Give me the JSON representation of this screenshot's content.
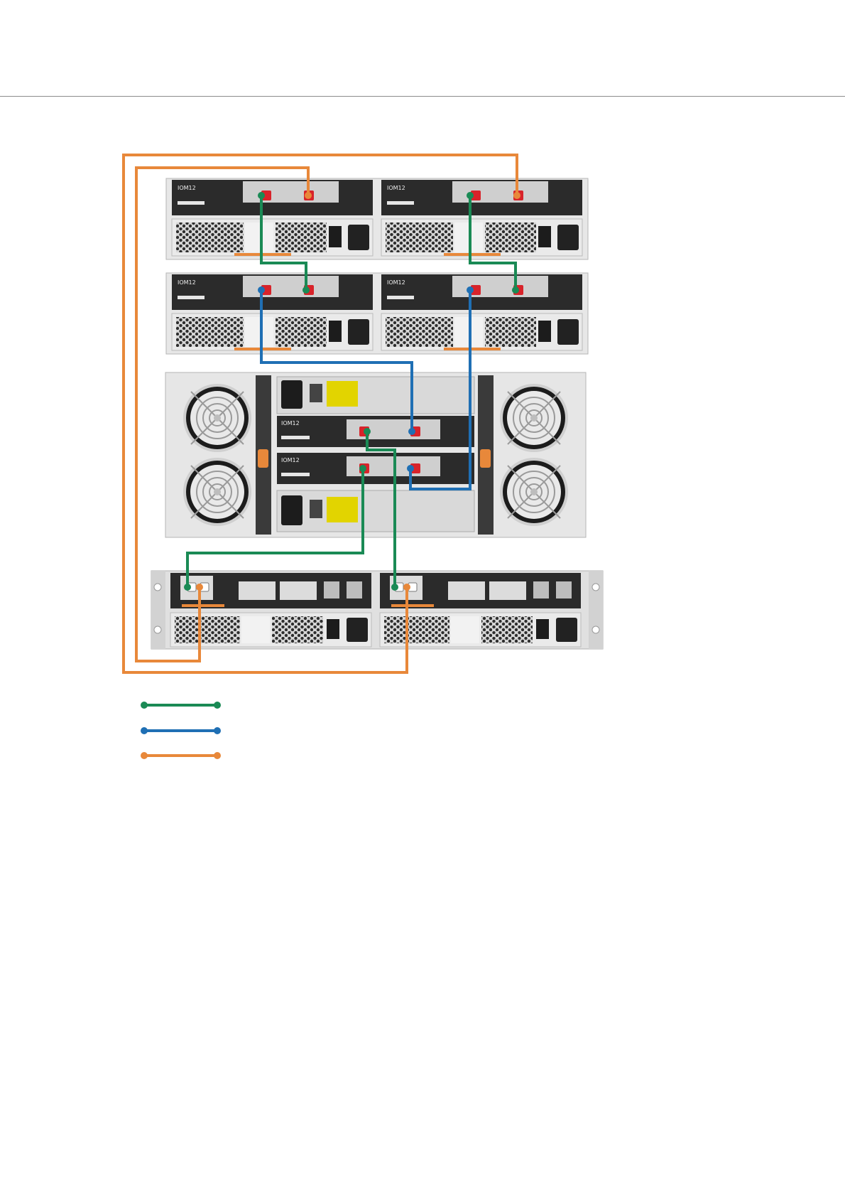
{
  "colors": {
    "cable_a": "#1a8a55",
    "cable_b": "#1f6fb4",
    "cable_c": "#e8883a",
    "port_highlight": "#d8232a",
    "chassis": "#e4e4e4",
    "module": "#2b2b2b"
  },
  "shelves": {
    "shelf1": {
      "module_a": "IOM12",
      "module_b": "IOM12"
    },
    "shelf2": {
      "module_a": "IOM12",
      "module_b": "IOM12"
    },
    "shelf3": {
      "module_a": "IOM12",
      "module_b": "IOM12"
    }
  },
  "legend": [
    {
      "key": "cable_a",
      "label": ""
    },
    {
      "key": "cable_b",
      "label": ""
    },
    {
      "key": "cable_c",
      "label": ""
    }
  ]
}
